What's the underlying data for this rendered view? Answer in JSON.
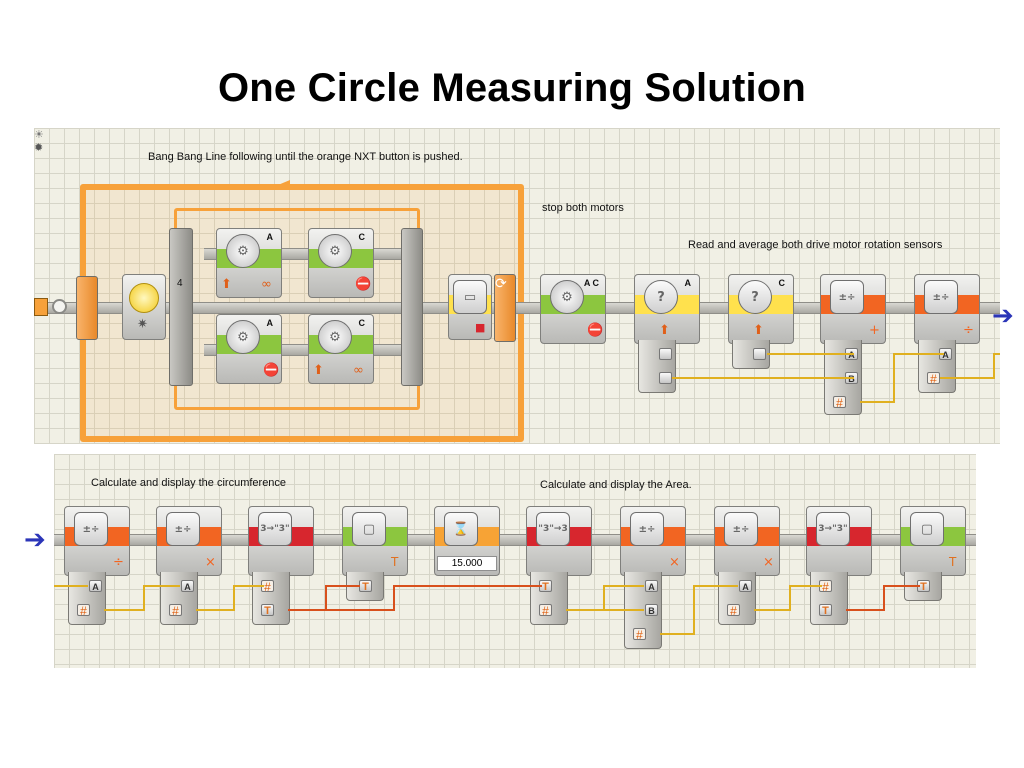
{
  "slide": {
    "title": "One Circle Measuring Solution"
  },
  "top_program": {
    "comments": [
      "Bang Bang Line following until the orange NXT button is pushed.",
      "stop both motors",
      "Read and average both drive motor rotation sensors"
    ],
    "light_threshold": "4",
    "blocks": [
      {
        "kind": "motor",
        "port": "A",
        "branch": "upper"
      },
      {
        "kind": "motor",
        "port": "C",
        "branch": "upper"
      },
      {
        "kind": "motor",
        "port": "A",
        "branch": "lower"
      },
      {
        "kind": "motor",
        "port": "C",
        "branch": "lower"
      },
      {
        "kind": "nxt-button-wait"
      },
      {
        "kind": "move",
        "port": "A C"
      },
      {
        "kind": "rotation-sensor",
        "port": "A"
      },
      {
        "kind": "rotation-sensor",
        "port": "C"
      },
      {
        "kind": "math",
        "op": "+"
      },
      {
        "kind": "math",
        "op": "÷"
      }
    ],
    "data_ports": {
      "a": "A",
      "b": "B",
      "num": "#"
    }
  },
  "bottom_program": {
    "comments": [
      "Calculate and display the circumference",
      "Calculate and display the Area."
    ],
    "wait_value": "15.000",
    "blocks": [
      {
        "kind": "math",
        "op": "÷"
      },
      {
        "kind": "math",
        "op": "×"
      },
      {
        "kind": "number-to-text"
      },
      {
        "kind": "display"
      },
      {
        "kind": "wait-time"
      },
      {
        "kind": "number-to-text"
      },
      {
        "kind": "math",
        "op": "×"
      },
      {
        "kind": "math",
        "op": "×"
      },
      {
        "kind": "number-to-text"
      },
      {
        "kind": "display"
      }
    ],
    "data_ports": {
      "a": "A",
      "b": "B",
      "num": "#",
      "text": "T"
    }
  },
  "icon_text": {
    "math": "+ −\n× ÷",
    "number_to_text": "3 → \"3\"",
    "number_to_text_rev": "\"3\" → 3"
  },
  "colors": {
    "motor_green": "#8cc63f",
    "math_orange": "#f26522",
    "sensor_yellow": "#ffe14d",
    "text_red": "#d7262e",
    "wait_orange": "#f7a335",
    "flow_arrow": "#2b35b8",
    "text_wire": "#d8501c",
    "number_wire": "#e0b020",
    "loop_orange": "#f7a13a"
  }
}
